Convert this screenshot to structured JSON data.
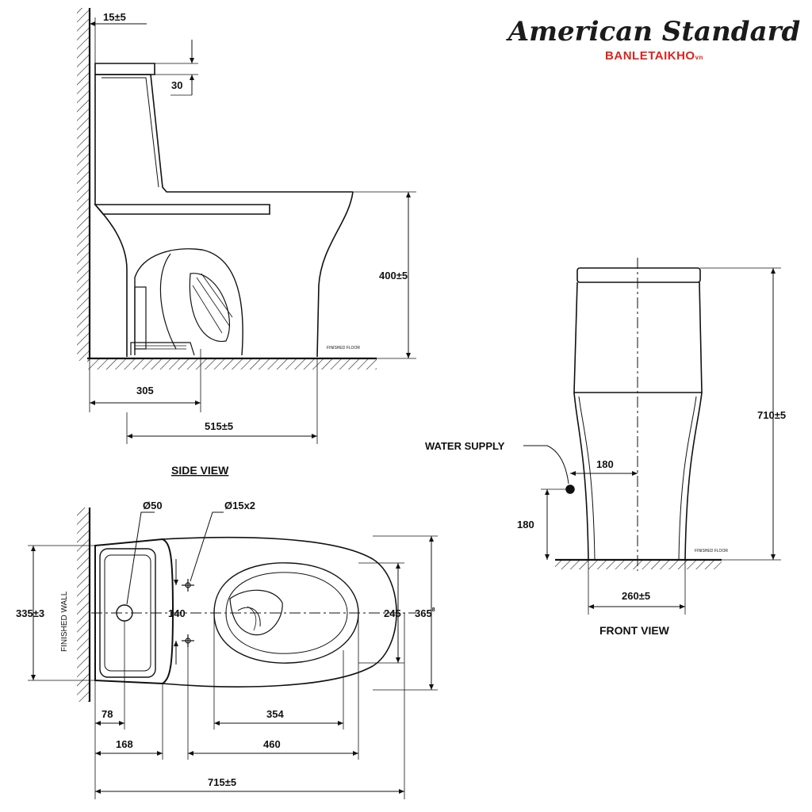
{
  "brand": {
    "logo_text": "American Standard",
    "watermark": "BANLETAIKHO",
    "watermark_suffix": "vn"
  },
  "side_view": {
    "title": "SIDE VIEW",
    "floor_label": "FINISHED FLOOR",
    "dims": {
      "wall_gap": "15±5",
      "lid_step": "30",
      "seat_height": "400±5",
      "outlet_from_wall": "305",
      "depth": "515±5"
    }
  },
  "front_view": {
    "title": "FRONT VIEW",
    "floor_label": "FINISHED FLOOR",
    "water_supply_label": "WATER SUPPLY",
    "dims": {
      "total_height": "710±5",
      "supply_offset": "180",
      "supply_height": "180",
      "base_width": "260±5"
    }
  },
  "top_view": {
    "wall_label": "FINISHED WALL",
    "dims": {
      "outlet_dia": "Ø50",
      "bolt_holes": "Ø15x2",
      "tank_width": "335±3",
      "bolt_spacing": "140",
      "bowl_inner_width": "245",
      "total_width": "365",
      "total_width_sup": "8",
      "outlet_center": "78",
      "tank_depth": "168",
      "bowl_length": "354",
      "seat_length": "460",
      "total_length": "715±5"
    }
  }
}
